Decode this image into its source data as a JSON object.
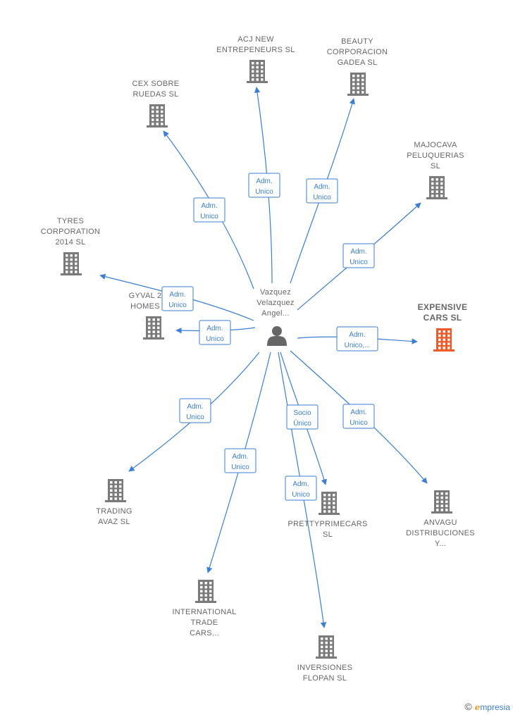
{
  "colors": {
    "edge": "#3a7fd5",
    "building": "#7a7a7a",
    "highlight": "#f05a28",
    "person": "#666666"
  },
  "center": {
    "label": [
      "Vazquez",
      "Velazquez",
      "Angel..."
    ],
    "icon": "person-icon"
  },
  "companies": [
    {
      "id": "acj",
      "label": [
        "ACJ NEW",
        "ENTREPENEURS SL"
      ]
    },
    {
      "id": "beauty",
      "label": [
        "BEAUTY",
        "CORPORACION",
        "GADEA  SL"
      ]
    },
    {
      "id": "cex",
      "label": [
        "CEX SOBRE",
        "RUEDAS SL"
      ]
    },
    {
      "id": "majocava",
      "label": [
        "MAJOCAVA",
        "PELUQUERIAS",
        "SL"
      ]
    },
    {
      "id": "tyres",
      "label": [
        "TYRES",
        "CORPORATION",
        "2014  SL"
      ]
    },
    {
      "id": "gyval",
      "label": [
        "GYVAL 2",
        "HOMES"
      ]
    },
    {
      "id": "expensive",
      "label": [
        "EXPENSIVE",
        "CARS  SL"
      ],
      "highlight": true
    },
    {
      "id": "trading",
      "label": [
        "TRADING",
        "AVAZ  SL"
      ]
    },
    {
      "id": "prettyprime",
      "label": [
        "PRETTYPRIMECARS",
        "SL"
      ]
    },
    {
      "id": "anvagu",
      "label": [
        "ANVAGU",
        "DISTRIBUCIONES",
        "Y..."
      ]
    },
    {
      "id": "international",
      "label": [
        "INTERNATIONAL",
        "TRADE",
        "CARS..."
      ]
    },
    {
      "id": "inversiones",
      "label": [
        "INVERSIONES",
        "FLOPAN  SL"
      ]
    }
  ],
  "edges": [
    {
      "to": "acj",
      "label": [
        "Adm.",
        "Unico"
      ]
    },
    {
      "to": "beauty",
      "label": [
        "Adm.",
        "Unico"
      ]
    },
    {
      "to": "cex",
      "label": [
        "Adm.",
        "Unico"
      ]
    },
    {
      "to": "majocava",
      "label": [
        "Adm.",
        "Unico"
      ]
    },
    {
      "to": "tyres",
      "label": [
        "Adm.",
        "Unico"
      ]
    },
    {
      "to": "gyval",
      "label": [
        "Adm.",
        "Unico"
      ]
    },
    {
      "to": "expensive",
      "label": [
        "Adm.",
        "Unico,..."
      ]
    },
    {
      "to": "trading",
      "label": [
        "Adm.",
        "Unico"
      ]
    },
    {
      "to": "prettyprime",
      "label": [
        "Socio",
        "Único"
      ]
    },
    {
      "to": "anvagu",
      "label": [
        "Adm.",
        "Unico"
      ]
    },
    {
      "to": "international",
      "label": [
        "Adm.",
        "Unico"
      ]
    },
    {
      "to": "inversiones",
      "label": [
        "Adm.",
        "Unico"
      ]
    }
  ],
  "footer": {
    "copyright": "©",
    "brand_initial": "e",
    "brand_rest": "mpresia"
  }
}
